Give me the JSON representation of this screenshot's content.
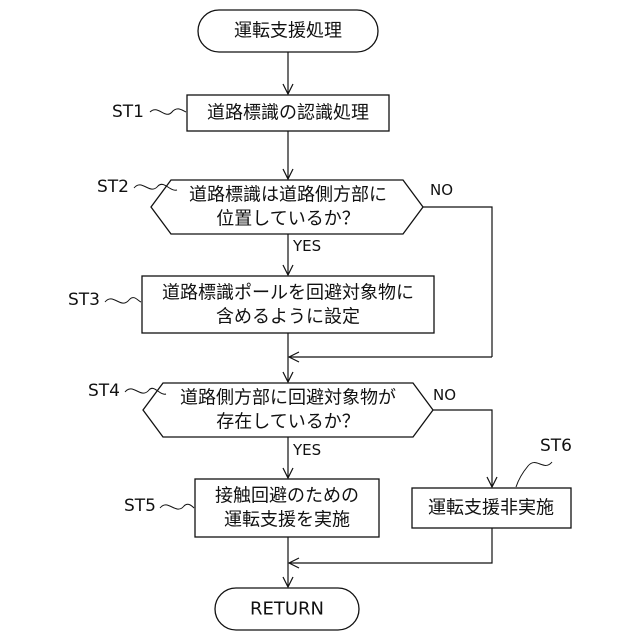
{
  "nodes": {
    "start": "運転支援処理",
    "st1": "道路標識の認識処理",
    "st2_line1": "道路標識は道路側方部に",
    "st2_line2": "位置しているか？",
    "st3_line1": "道路標識ポールを回避対象物に",
    "st3_line2": "含めるように設定",
    "st4_line1": "道路側方部に回避対象物が",
    "st4_line2": "存在しているか？",
    "st5_line1": "接触回避のための",
    "st5_line2": "運転支援を実施",
    "st6": "運転支援非実施",
    "end": "RETURN"
  },
  "step_labels": {
    "st1": "ST1",
    "st2": "ST2",
    "st3": "ST3",
    "st4": "ST4",
    "st5": "ST5",
    "st6": "ST6"
  },
  "branches": {
    "st2_yes": "YES",
    "st2_no": "NO",
    "st4_yes": "YES",
    "st4_no": "NO"
  }
}
